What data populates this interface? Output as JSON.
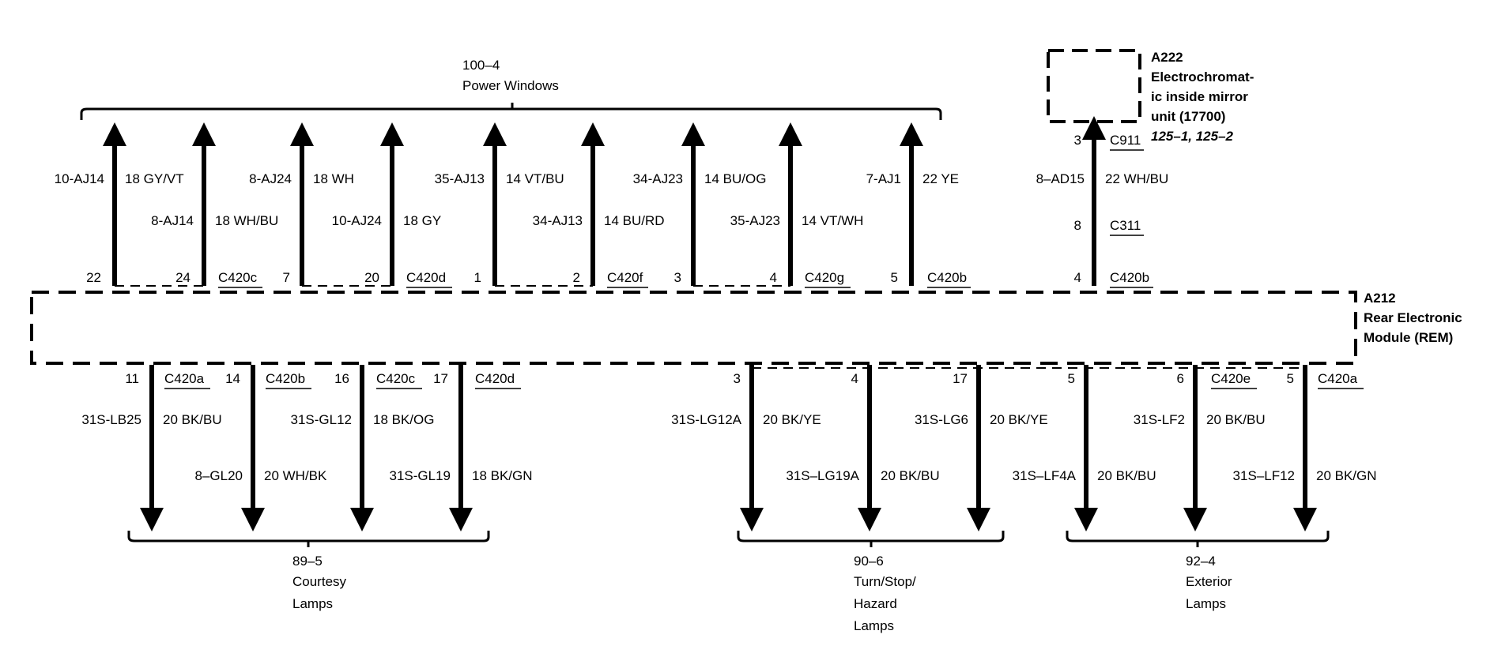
{
  "power_windows": {
    "ref": "100–4",
    "name": "Power Windows"
  },
  "mirror": {
    "id": "A222",
    "name_lines": [
      "Electrochromat-",
      "ic inside mirror",
      "unit (17700)"
    ],
    "refs": "125–1, 125–2"
  },
  "rem": {
    "id": "A212",
    "name_lines": [
      "Rear Electronic",
      "Module (REM)"
    ]
  },
  "top_wires": [
    {
      "pin": "22",
      "circuit": "10-AJ14",
      "color": "18 GY/VT"
    },
    {
      "pin": "24",
      "circuit": "8-AJ14",
      "color": "18 WH/BU",
      "connector": "C420c"
    },
    {
      "pin": "7",
      "circuit": "8-AJ24",
      "color": "18 WH"
    },
    {
      "pin": "20",
      "circuit": "10-AJ24",
      "color": "18 GY",
      "connector": "C420d"
    },
    {
      "pin": "1",
      "circuit": "35-AJ13",
      "color": "14 VT/BU"
    },
    {
      "pin": "2",
      "circuit": "34-AJ13",
      "color": "14 BU/RD",
      "connector": "C420f"
    },
    {
      "pin": "3",
      "circuit": "34-AJ23",
      "color": "14 BU/OG"
    },
    {
      "pin": "4",
      "circuit": "35-AJ23",
      "color": "14 VT/WH",
      "connector": "C420g"
    },
    {
      "pin": "5",
      "circuit": "7-AJ1",
      "color": "22 YE",
      "connector": "C420b"
    }
  ],
  "mirror_wire": {
    "pin_top": "3",
    "connector_top": "C911",
    "circuit": "8–AD15",
    "color": "22 WH/BU",
    "pin_mid": "8",
    "connector_mid": "C311",
    "pin_bottom": "4",
    "connector_bottom": "C420b"
  },
  "bottom_wires": [
    {
      "pin": "11",
      "connector": "C420a",
      "circuit": "31S-LB25",
      "color": "20 BK/BU"
    },
    {
      "pin": "14",
      "connector": "C420b",
      "circuit": "8–GL20",
      "color": "20 WH/BK"
    },
    {
      "pin": "16",
      "connector": "C420c",
      "circuit": "31S-GL12",
      "color": "18 BK/OG"
    },
    {
      "pin": "17",
      "connector": "C420d",
      "circuit": "31S-GL19",
      "color": "18 BK/GN"
    },
    {
      "pin": "3",
      "circuit": "31S-LG12A",
      "color": "20 BK/YE"
    },
    {
      "pin": "4",
      "circuit": "31S–LG19A",
      "color": "20 BK/BU"
    },
    {
      "pin": "17",
      "circuit": "31S-LG6",
      "color": "20 BK/YE"
    },
    {
      "pin": "5",
      "circuit": "31S–LF4A",
      "color": "20 BK/BU"
    },
    {
      "pin": "6",
      "connector": "C420e",
      "circuit": "31S-LF2",
      "color": "20 BK/BU"
    },
    {
      "pin": "5",
      "connector": "C420a",
      "circuit": "31S–LF12",
      "color": "20 BK/GN"
    }
  ],
  "groups": {
    "courtesy": {
      "ref": "89–5",
      "name_lines": [
        "Courtesy",
        "Lamps"
      ]
    },
    "turn": {
      "ref": "90–6",
      "name_lines": [
        "Turn/Stop/",
        "Hazard",
        "Lamps"
      ]
    },
    "exterior": {
      "ref": "92–4",
      "name_lines": [
        "Exterior",
        "Lamps"
      ]
    }
  }
}
